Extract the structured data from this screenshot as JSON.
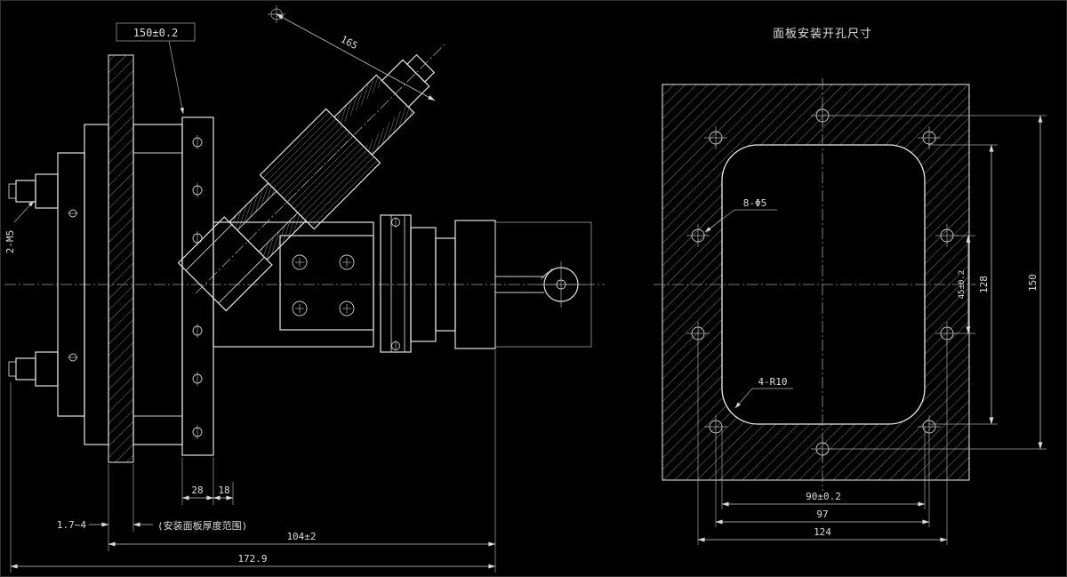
{
  "meta": {
    "background_color": "#000000",
    "line_color": "#d9d9d9"
  },
  "left_view": {
    "flange_dim": "150±0.2",
    "angled_dim": "165",
    "thread_callout": "2-M5",
    "dim_flange_thickness": "28",
    "dim_spacer": "18",
    "dim_panel_thickness": "1.7~4",
    "panel_note": "(安装面板厚度范围)",
    "dim_body_length": "104±2",
    "dim_overall_length": "172.9"
  },
  "right_view": {
    "title": "面板安装开孔尺寸",
    "holes_callout": "8-Φ5",
    "corner_radius_callout": "4-R10",
    "dim_cutout_height": "128",
    "dim_hole_pitch_vertical": "150",
    "dim_side_hole_pitch": "45±0.2",
    "dim_cutout_width": "90±0.2",
    "dim_hole_pitch_horizontal": "97",
    "dim_side_hole_span": "124"
  }
}
